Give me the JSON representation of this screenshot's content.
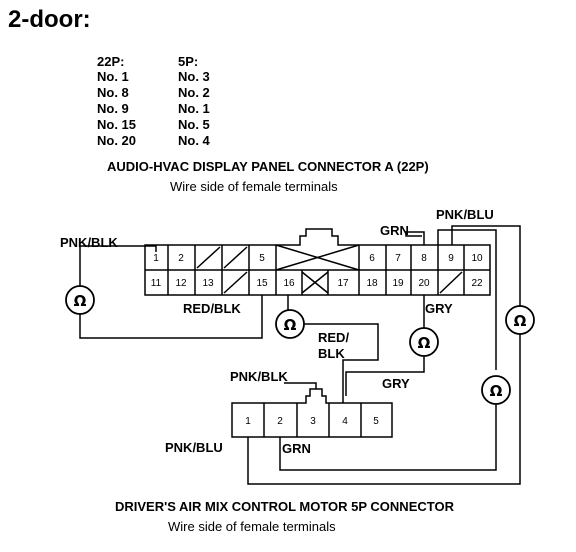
{
  "title": "2-door:",
  "pin_table": {
    "col1_header": "22P:",
    "col2_header": "5P:",
    "rows": [
      {
        "a": "No. 1",
        "b": "No. 3"
      },
      {
        "a": "No. 8",
        "b": "No. 2"
      },
      {
        "a": "No. 9",
        "b": "No. 1"
      },
      {
        "a": "No. 15",
        "b": "No. 5"
      },
      {
        "a": "No. 20",
        "b": "No. 4"
      }
    ]
  },
  "connector_a": {
    "title": "AUDIO-HVAC DISPLAY PANEL CONNECTOR A (22P)",
    "subtitle": "Wire side of female terminals",
    "top_row": [
      "1",
      "2",
      "",
      "5",
      "",
      "6",
      "7",
      "8",
      "9",
      "10"
    ],
    "bottom_row": [
      "11",
      "12",
      "13",
      "",
      "15",
      "16",
      "",
      "17",
      "18",
      "19",
      "20",
      "",
      "22"
    ]
  },
  "motor_connector": {
    "title": "DRIVER'S AIR MIX CONTROL MOTOR 5P CONNECTOR",
    "subtitle": "Wire side of female terminals",
    "pins": [
      "1",
      "2",
      "3",
      "4",
      "5"
    ]
  },
  "wire_labels": {
    "pnk_blk_left": "PNK/BLK",
    "grn_top": "GRN",
    "pnk_blu_top": "PNK/BLU",
    "red_blk_left": "RED/BLK",
    "gry_right": "GRY",
    "red_blk_mid_1": "RED/",
    "red_blk_mid_2": "BLK",
    "pnk_blk_lower": "PNK/BLK",
    "gry_lower": "GRY",
    "pnk_blu_lower": "PNK/BLU",
    "grn_lower": "GRN"
  },
  "meter_symbol": "Ω",
  "colors": {
    "ink": "#000000",
    "paper": "#ffffff"
  }
}
